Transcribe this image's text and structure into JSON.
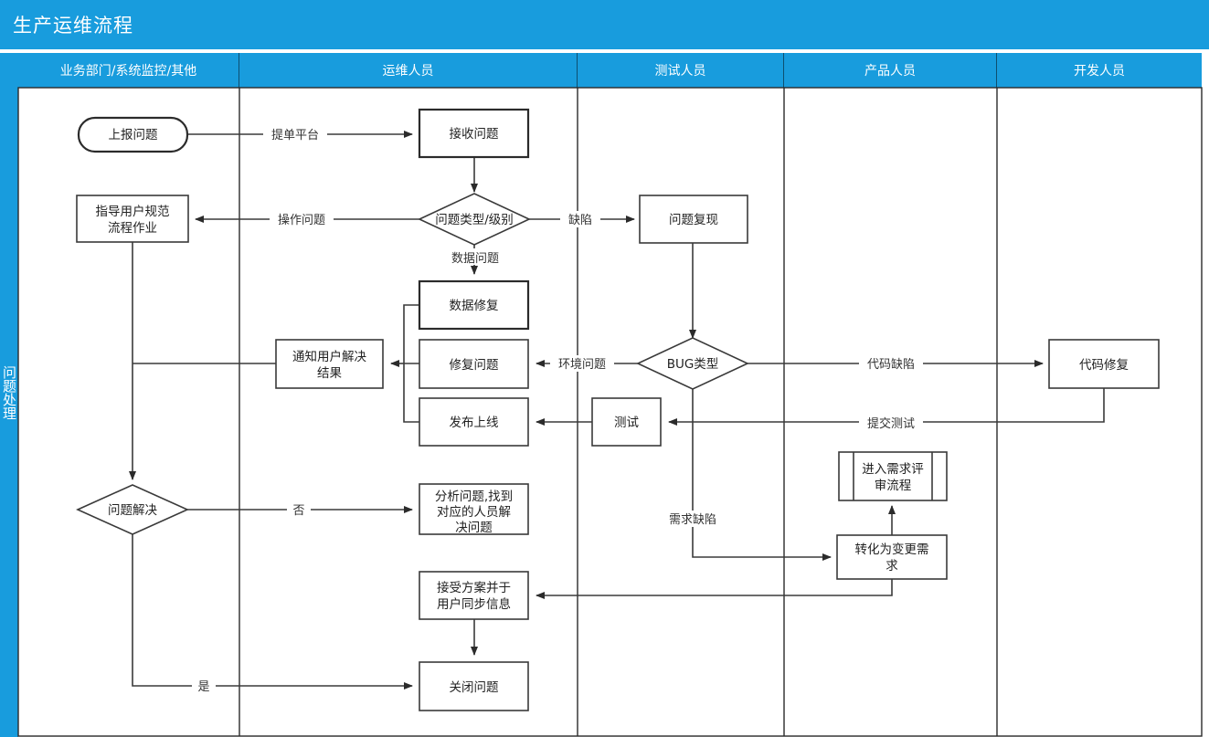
{
  "title": "生产运维流程",
  "accent_color": "#189CDD",
  "phase_label": "问题处理",
  "lanes": [
    {
      "name": "lane-business",
      "label": "业务部门/系统监控/其他"
    },
    {
      "name": "lane-ops",
      "label": "运维人员"
    },
    {
      "name": "lane-test",
      "label": "测试人员"
    },
    {
      "name": "lane-product",
      "label": "产品人员"
    },
    {
      "name": "lane-dev",
      "label": "开发人员"
    }
  ],
  "nodes": {
    "report_issue": "上报问题",
    "receive_issue": "接收问题",
    "guide_user": [
      "指导用户规范",
      "流程作业"
    ],
    "issue_type": "问题类型/级别",
    "issue_repro": "问题复现",
    "data_repair": "数据修复",
    "notify_user": [
      "通知用户解决",
      "结果"
    ],
    "fix_issue": "修复问题",
    "bug_type": "BUG类型",
    "code_fix": "代码修复",
    "release_online": "发布上线",
    "test": "测试",
    "req_review": [
      "进入需求评",
      "审流程"
    ],
    "issue_resolved": "问题解决",
    "analyze_issue": [
      "分析问题,找到",
      "对应的人员解",
      "决问题"
    ],
    "to_change_req": [
      "转化为变更需",
      "求"
    ],
    "accept_plan": [
      "接受方案并于",
      "用户同步信息"
    ],
    "close_issue": "关闭问题"
  },
  "edge_labels": {
    "submit_platform": "提单平台",
    "operation_issue": "操作问题",
    "defect": "缺陷",
    "data_issue": "数据问题",
    "env_issue": "环境问题",
    "code_defect": "代码缺陷",
    "submit_test": "提交测试",
    "req_defect": "需求缺陷",
    "no": "否",
    "yes": "是"
  },
  "flow": {
    "type": "flowchart",
    "orientation": "swimlane-horizontal",
    "edges": [
      {
        "from": "report_issue",
        "to": "receive_issue",
        "label": "提单平台"
      },
      {
        "from": "receive_issue",
        "to": "issue_type",
        "label": ""
      },
      {
        "from": "issue_type",
        "to": "guide_user",
        "label": "操作问题"
      },
      {
        "from": "issue_type",
        "to": "issue_repro",
        "label": "缺陷"
      },
      {
        "from": "issue_type",
        "to": "data_repair",
        "label": "数据问题"
      },
      {
        "from": "issue_repro",
        "to": "bug_type",
        "label": ""
      },
      {
        "from": "bug_type",
        "to": "fix_issue",
        "label": "环境问题"
      },
      {
        "from": "bug_type",
        "to": "code_fix",
        "label": "代码缺陷"
      },
      {
        "from": "bug_type",
        "to": "to_change_req",
        "label": "需求缺陷"
      },
      {
        "from": "code_fix",
        "to": "test",
        "label": "提交测试"
      },
      {
        "from": "test",
        "to": "release_online",
        "label": ""
      },
      {
        "from": "data_repair",
        "to": "notify_user",
        "label": ""
      },
      {
        "from": "fix_issue",
        "to": "notify_user",
        "label": ""
      },
      {
        "from": "release_online",
        "to": "notify_user",
        "label": ""
      },
      {
        "from": "guide_user",
        "to": "issue_resolved",
        "label": ""
      },
      {
        "from": "notify_user",
        "to": "issue_resolved",
        "label": ""
      },
      {
        "from": "issue_resolved",
        "to": "analyze_issue",
        "label": "否"
      },
      {
        "from": "issue_resolved",
        "to": "close_issue",
        "label": "是"
      },
      {
        "from": "to_change_req",
        "to": "req_review",
        "label": ""
      },
      {
        "from": "to_change_req",
        "to": "accept_plan",
        "label": ""
      },
      {
        "from": "accept_plan",
        "to": "close_issue",
        "label": ""
      }
    ]
  }
}
